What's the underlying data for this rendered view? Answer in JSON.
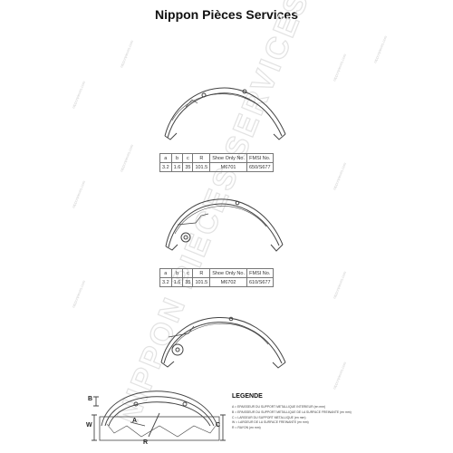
{
  "title": "Nippon Pièces Services",
  "watermark": "NIPPON PIECES SERVICES",
  "side_watermark": "nipponpieces.com",
  "colors": {
    "line": "#444444",
    "watermark": "#e6e6e6"
  },
  "tables": [
    {
      "headers": [
        "a",
        "b",
        "c",
        "R",
        "Shoe Only No.",
        "FMSI No."
      ],
      "rows": [
        [
          "3.2",
          "1.6",
          "35",
          "101.5",
          "M6701",
          "650/S677"
        ]
      ]
    },
    {
      "headers": [
        "a",
        "b",
        "c",
        "R",
        "Shoe Only No.",
        "FMSI No."
      ],
      "rows": [
        [
          "3.2",
          "1.6",
          "35",
          "101.5",
          "M6702",
          "610/S677"
        ]
      ]
    }
  ],
  "legend": {
    "title": "LEGENDE",
    "items": [
      "A = EPAISSEUR DU SUPPORT METALLIQUE INTERIEUR (en mm)",
      "B = EPAISSEUR DU SUPPORT METALLIQUE DE LA SURFACE FREINANTE (en mm)",
      "C = LARGEUR DU SUPPORT METALLIQUE (en mm)",
      "W = LARGEUR DE LA SURFACE FREINANTE (en mm)",
      "R = RAYON (en mm)"
    ]
  },
  "diagram_labels": {
    "b": "B",
    "a": "A",
    "w": "W",
    "c": "C",
    "r": "R"
  }
}
